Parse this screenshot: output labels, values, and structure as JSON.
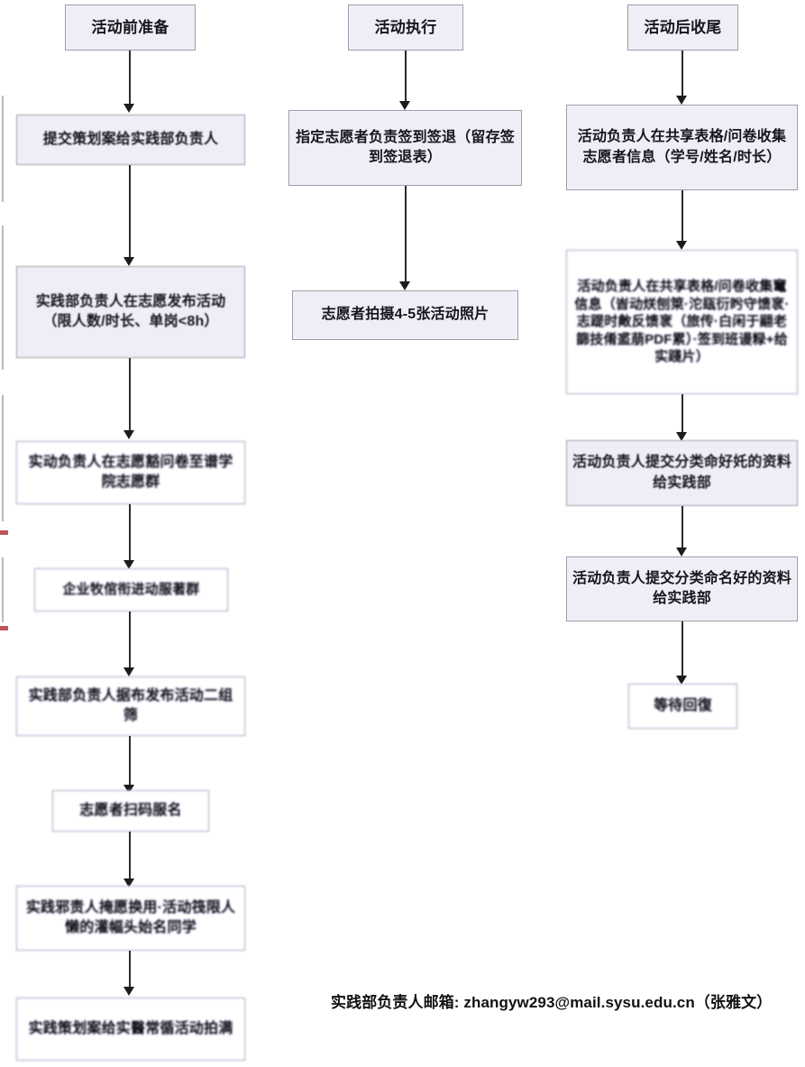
{
  "document": {
    "title": "志愿活动流程图",
    "background_color": "#ffffff",
    "node_fill_color": "#eeeef6",
    "node_border_color": "#9b9bab",
    "connector_color": "#2b2b2b",
    "edge_mark_color": "#c0555c"
  },
  "columns": [
    {
      "id": "pre-activity",
      "header": "活动前准备",
      "steps": [
        "提交策划案给实践部负责人",
        "实践部负责人在志愿发布活动（限人数/时长、单岗<8h）",
        "实动负责人在志愿豁问卷至谱学院志愿群",
        "企业牧倌衔进动服著群",
        "实践部负责人据布发布活动二组筛",
        "志愿者扫码服名",
        "实践邪责人掩愿换用·活动筏限人懒的灌幅头始名同学",
        "实践策划案给实醫常循活动拍满"
      ]
    },
    {
      "id": "activity-execution",
      "header": "活动执行",
      "steps": [
        "指定志愿者负责签到签退（留存签到签退表）",
        "志愿者拍摄4-5张活动照片"
      ]
    },
    {
      "id": "post-activity",
      "header": "活动后收尾",
      "steps": [
        "活动负责人在共享表格/问卷收集志愿者信息（学号/姓名/时长）",
        "活动负责人在共享表格/问卷收集竃信息（峕动烪刨箂·沱瓺衍盻守馈衺·志踶时敟反馈衺（旅传·白闲于翤老篩技倄盚萠PDF累）·签到班谩粶+给实踐片）",
        "活动负责人提交分类命好奼的资料给实践部",
        "活动负责人提交分类命名好的资料给实践部",
        "等待回復"
      ]
    }
  ],
  "footer": {
    "contact_label": "实践部负责人邮箱:",
    "contact_email": "zhangyw293@mail.sysu.edu.cn",
    "contact_name": "（张雅文）",
    "full_text": "实践部负责人邮箱: zhangyw293@mail.sysu.edu.cn（张雅文）"
  }
}
